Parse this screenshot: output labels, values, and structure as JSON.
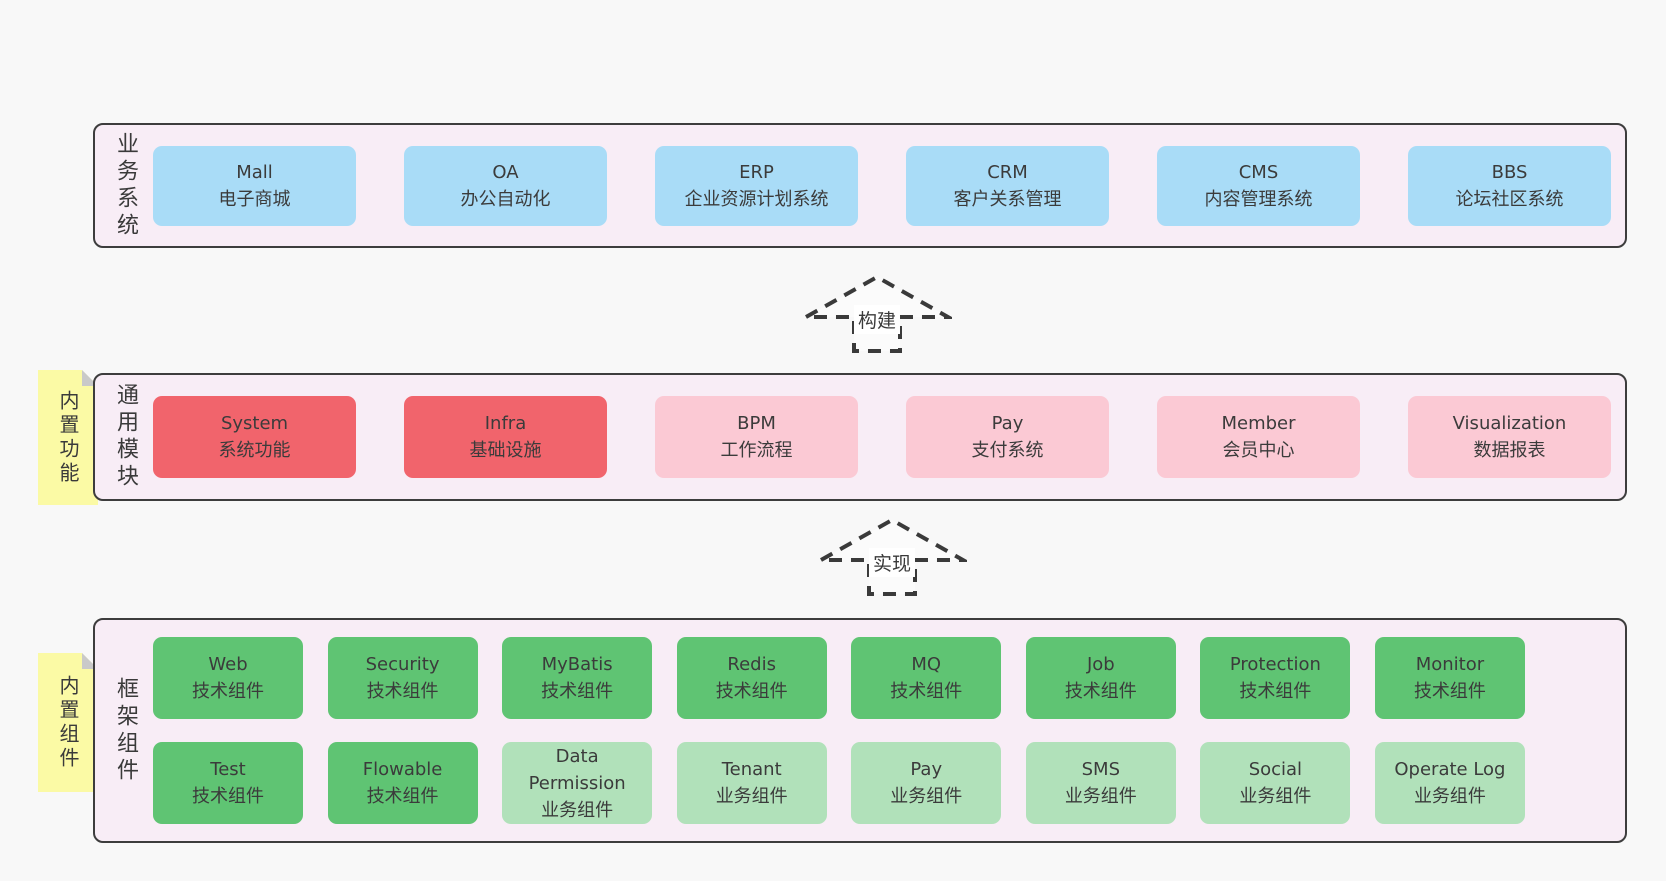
{
  "colors": {
    "page_background": "#f8f8f8",
    "panel_background": "#f8edf6",
    "panel_border": "#3d3d3d",
    "blue_box": "#a9dcf7",
    "red_box": "#f1646c",
    "pink_box": "#fbc9d4",
    "green_box": "#5fc473",
    "light_green_box": "#b1e1ba",
    "sticky_note": "#fbfaa5",
    "note_fold": "#c9c9c9",
    "text": "#3b3b3b"
  },
  "arrows": [
    {
      "label": "构建"
    },
    {
      "label": "实现"
    }
  ],
  "layers": [
    {
      "name": "业务系统",
      "boxes": [
        {
          "title": "Mall",
          "subtitle": "电子商城",
          "variant": "blue"
        },
        {
          "title": "OA",
          "subtitle": "办公自动化",
          "variant": "blue"
        },
        {
          "title": "ERP",
          "subtitle": "企业资源计划系统",
          "variant": "blue"
        },
        {
          "title": "CRM",
          "subtitle": "客户关系管理",
          "variant": "blue"
        },
        {
          "title": "CMS",
          "subtitle": "内容管理系统",
          "variant": "blue"
        },
        {
          "title": "BBS",
          "subtitle": "论坛社区系统",
          "variant": "blue"
        }
      ]
    },
    {
      "name": "通用模块",
      "note": "内置功能",
      "boxes": [
        {
          "title": "System",
          "subtitle": "系统功能",
          "variant": "red"
        },
        {
          "title": "Infra",
          "subtitle": "基础设施",
          "variant": "red"
        },
        {
          "title": "BPM",
          "subtitle": "工作流程",
          "variant": "pink"
        },
        {
          "title": "Pay",
          "subtitle": "支付系统",
          "variant": "pink"
        },
        {
          "title": "Member",
          "subtitle": "会员中心",
          "variant": "pink"
        },
        {
          "title": "Visualization",
          "subtitle": "数据报表",
          "variant": "pink"
        }
      ]
    },
    {
      "name": "框架组件",
      "note": "内置组件",
      "rows": [
        [
          {
            "title": "Web",
            "subtitle": "技术组件",
            "variant": "green"
          },
          {
            "title": "Security",
            "subtitle": "技术组件",
            "variant": "green"
          },
          {
            "title": "MyBatis",
            "subtitle": "技术组件",
            "variant": "green"
          },
          {
            "title": "Redis",
            "subtitle": "技术组件",
            "variant": "green"
          },
          {
            "title": "MQ",
            "subtitle": "技术组件",
            "variant": "green"
          },
          {
            "title": "Job",
            "subtitle": "技术组件",
            "variant": "green"
          },
          {
            "title": "Protection",
            "subtitle": "技术组件",
            "variant": "green"
          },
          {
            "title": "Monitor",
            "subtitle": "技术组件",
            "variant": "green"
          }
        ],
        [
          {
            "title": "Test",
            "subtitle": "技术组件",
            "variant": "green"
          },
          {
            "title": "Flowable",
            "subtitle": "技术组件",
            "variant": "green"
          },
          {
            "title": "Data Permission",
            "subtitle": "业务组件",
            "variant": "lightgreen"
          },
          {
            "title": "Tenant",
            "subtitle": "业务组件",
            "variant": "lightgreen"
          },
          {
            "title": "Pay",
            "subtitle": "业务组件",
            "variant": "lightgreen"
          },
          {
            "title": "SMS",
            "subtitle": "业务组件",
            "variant": "lightgreen"
          },
          {
            "title": "Social",
            "subtitle": "业务组件",
            "variant": "lightgreen"
          },
          {
            "title": "Operate Log",
            "subtitle": "业务组件",
            "variant": "lightgreen"
          }
        ]
      ]
    }
  ]
}
